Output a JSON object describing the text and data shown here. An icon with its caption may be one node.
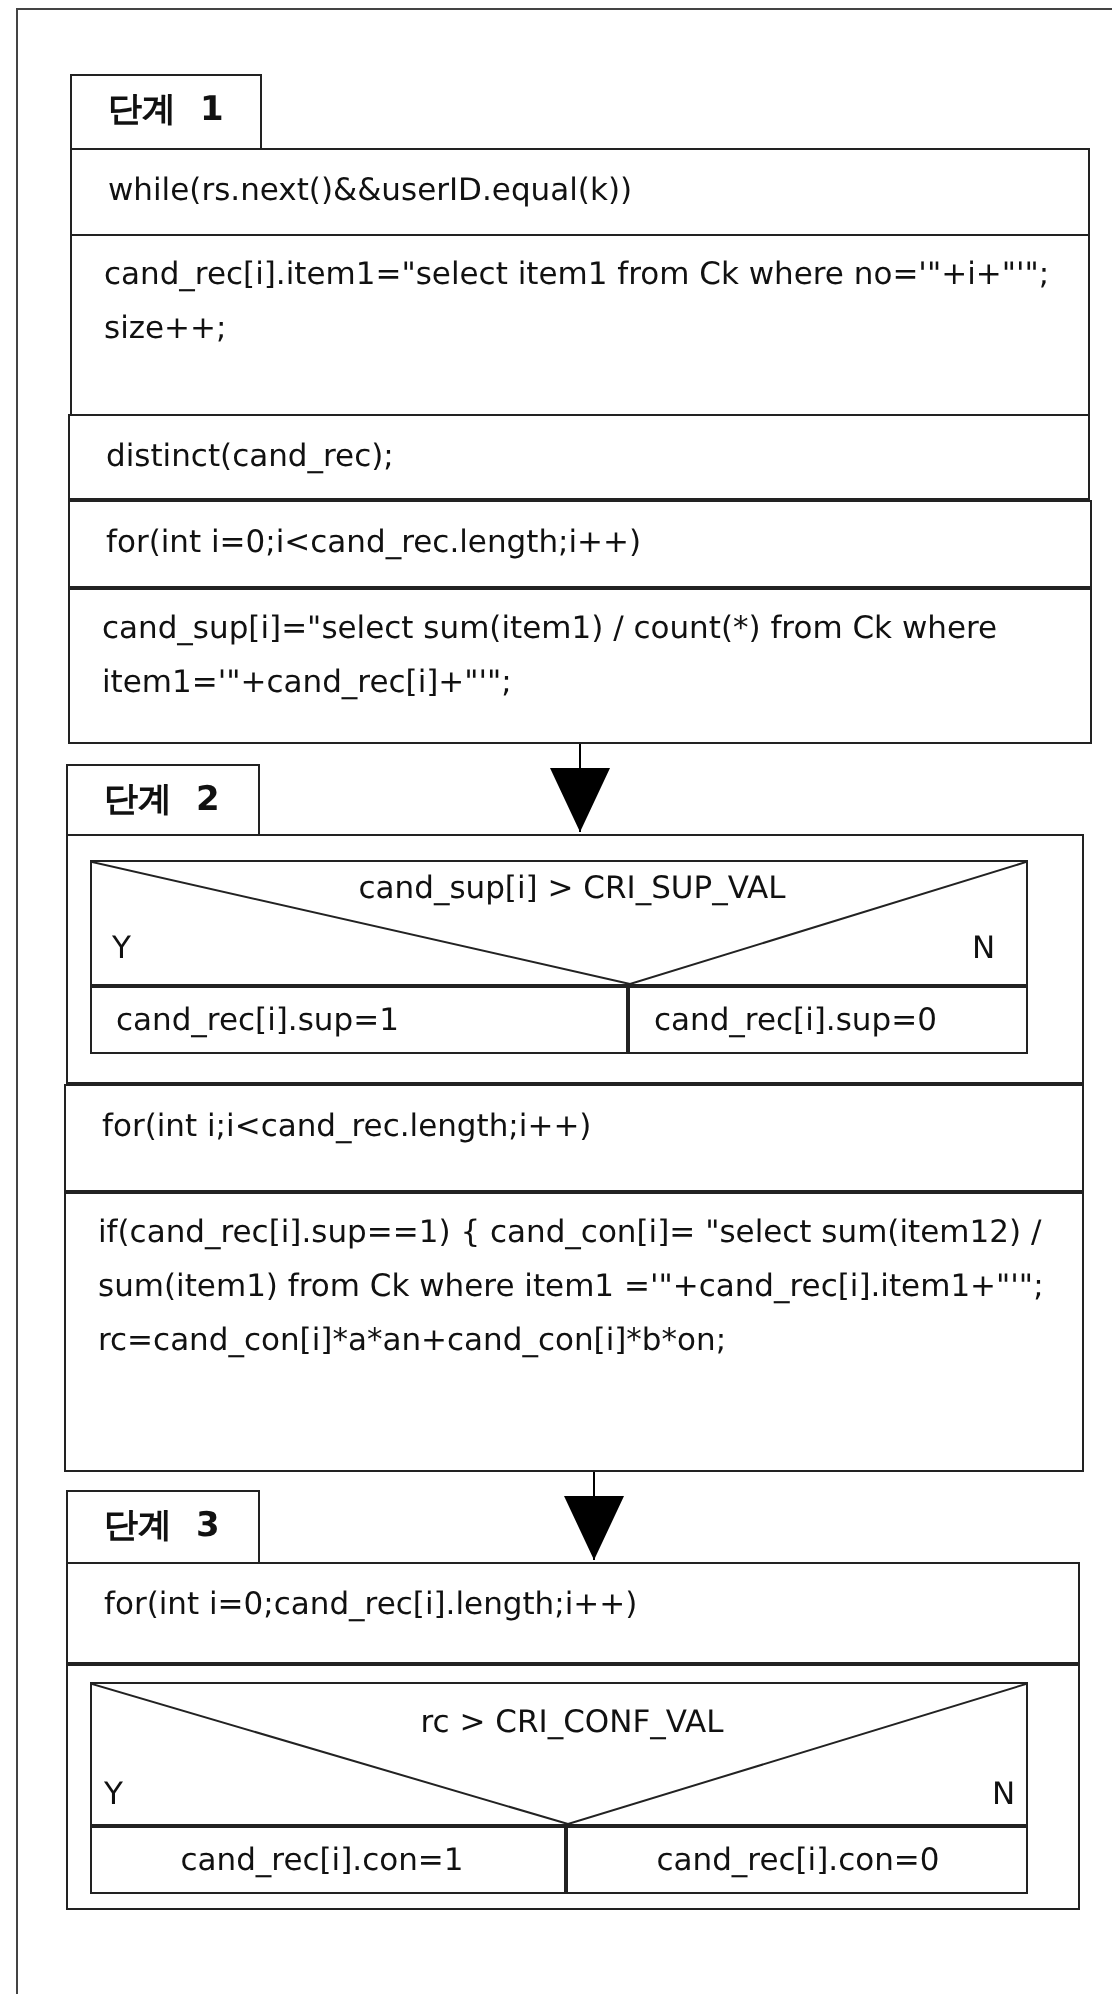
{
  "diagram": {
    "nodes": [
      {
        "text": [
          "단계 1"
        ]
      },
      {
        "text": [
          "while(rs.next()&&userID.equal(k))"
        ]
      },
      {
        "text": [
          "cand_rec[i].item1=\"select item1 from Ck where no='\"+i+\"'\"; size++;"
        ]
      },
      {
        "text": [
          "distinct(cand_rec);"
        ]
      },
      {
        "text": [
          "for(int i=0;i<cand_rec.length;i++)"
        ]
      },
      {
        "text": [
          "cand_sup[i]=\"select sum(item1) / count(*) from Ck where item1='\"+cand_rec[i]+\"'\";"
        ]
      },
      {
        "text": [
          "단계 2"
        ]
      },
      {
        "text": [],
        "shape": "box"
      },
      {
        "text": [
          "Y",
          "cand_sup[i] > CRI_SUP_VAL",
          "N"
        ],
        "in": 7
      },
      {
        "text": [
          "cand_rec[i].sup=1"
        ],
        "in": 7
      },
      {
        "text": [
          "cand_rec[i].sup=0"
        ],
        "in": 7
      },
      {
        "text": [
          "for(int i;i<cand_rec.length;i++)"
        ]
      },
      {
        "text": [
          "if(cand_rec[i].sup==1) { cand_con[i]= \"select sum(item12) / sum(item1) from Ck where item1 ='\"+cand_rec[i].item1+\"'\"; rc=cand_con[i]*a*an+cand_con[i]*b*on;"
        ]
      },
      {
        "text": [
          "단계 3"
        ]
      },
      {
        "text": [
          "for(int i=0;cand_rec[i].length;i++)"
        ]
      },
      {
        "text": [],
        "shape": "box"
      },
      {
        "text": [
          "rc > CRI_CONF_VAL",
          "Y",
          "N"
        ],
        "in": 15
      },
      {
        "text": [
          "cand_rec[i].con=1"
        ],
        "in": 15
      },
      {
        "text": [
          "cand_rec[i].con=0"
        ],
        "in": 15
      }
    ],
    "edges": [
      {
        "from": 5,
        "to": 7,
        "arrow": "to"
      },
      {
        "from": 12,
        "to": 14,
        "arrow": "to"
      }
    ]
  }
}
